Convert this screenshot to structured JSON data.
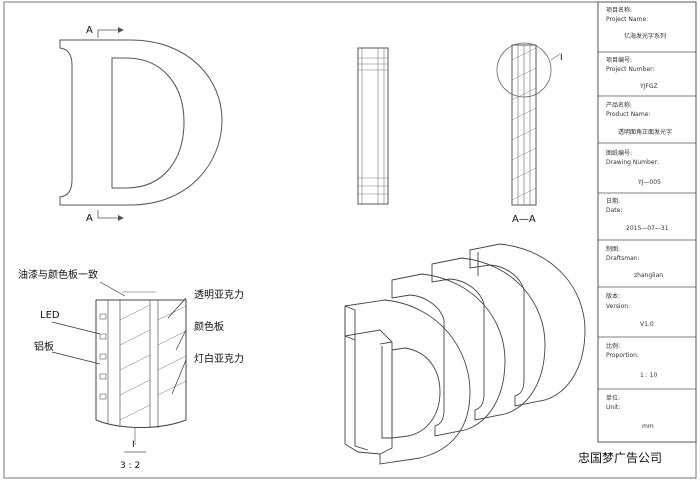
{
  "section_marks": {
    "top": "A",
    "bottom": "A",
    "section_label": "A—A",
    "detail_mark": "I"
  },
  "detail_labels": {
    "paint": "油漆与颜色板一致",
    "led": "LED",
    "aluminum": "铝板",
    "clear_acrylic": "透明亚克力",
    "color_board": "颜色板",
    "lamp_white_acrylic": "灯白亚克力",
    "scale_top": "I",
    "scale_bottom": "3 : 2"
  },
  "title_block": {
    "project_name_label": "项目名称:",
    "project_name_en": "Project Name:",
    "project_name_value": "亿海发光字系列",
    "project_number_label": "项目编号:",
    "project_number_en": "Project Number:",
    "project_number_value": "YJFGZ",
    "product_name_label": "产品名称:",
    "product_name_en": "Product Name:",
    "product_name_value": "透明面角正面发光字",
    "drawing_number_label": "图纸编号:",
    "drawing_number_en": "Drawing Number:",
    "drawing_number_value": "YJ—005",
    "date_label": "日期:",
    "date_en": "Date:",
    "date_value": "2015—07—31",
    "draftsman_label": "制图:",
    "draftsman_en": "Draftsman:",
    "draftsman_value": "zhanglian",
    "version_label": "版本:",
    "version_en": "Version:",
    "version_value": "V1.0",
    "proportion_label": "比例:",
    "proportion_en": "Proportion:",
    "proportion_value": "1 : 10",
    "unit_label": "单位:",
    "unit_en": "Unit:",
    "unit_value": "mm"
  },
  "watermark": "忠国梦广告公司"
}
